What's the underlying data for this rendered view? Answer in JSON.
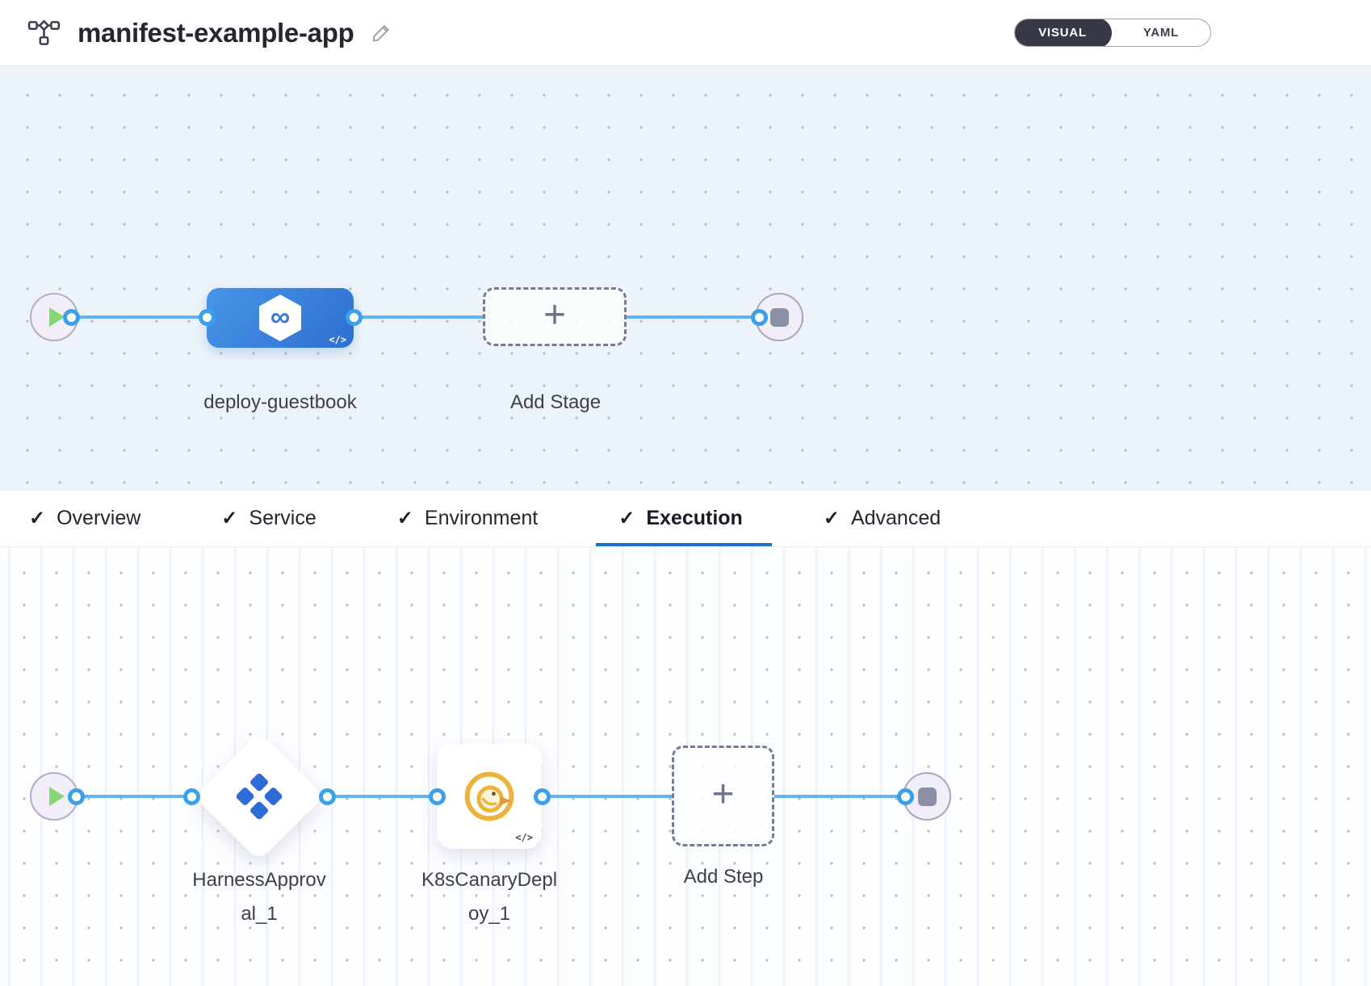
{
  "header": {
    "title": "manifest-example-app",
    "view_toggle": {
      "visual_label": "VISUAL",
      "yaml_label": "YAML",
      "selected": "VISUAL"
    }
  },
  "icons": {
    "check": "✓",
    "plus": "+",
    "infinity": "∞",
    "code": "</>"
  },
  "stage_pipeline": {
    "stage_label": "deploy-guestbook",
    "add_stage_label": "Add Stage"
  },
  "tabs": {
    "items": [
      {
        "label": "Overview",
        "checked": true,
        "active": false
      },
      {
        "label": "Service",
        "checked": true,
        "active": false
      },
      {
        "label": "Environment",
        "checked": true,
        "active": false
      },
      {
        "label": "Execution",
        "checked": true,
        "active": true
      },
      {
        "label": "Advanced",
        "checked": true,
        "active": false
      }
    ]
  },
  "execution_pipeline": {
    "steps": [
      {
        "label": "HarnessApproval_1",
        "type": "harness-approval"
      },
      {
        "label": "K8sCanaryDeploy_1",
        "type": "k8s-canary-deploy"
      }
    ],
    "add_step_label": "Add Step"
  },
  "colors": {
    "accent_blue": "#1b6fc4",
    "connector_blue": "#5fb5ef",
    "stage_blue": "#3a82da",
    "approval_blue": "#2e6bd6",
    "canary_gold": "#ecb23c",
    "play_green": "#86d576",
    "toggle_dark": "#383946",
    "canvas_top": "#ecf4f9"
  }
}
